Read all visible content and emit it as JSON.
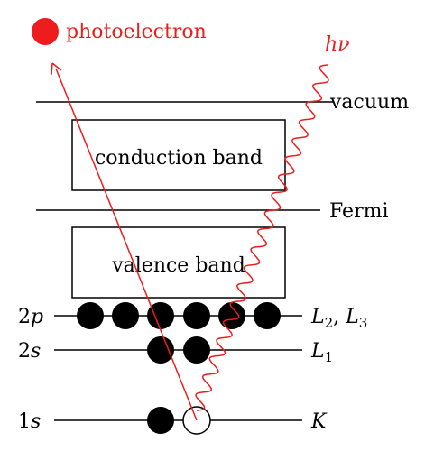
{
  "colors": {
    "photon": "#ee1c1c",
    "electron_filled": "#000000",
    "electron_hole": "#ffffff",
    "line": "#000000"
  },
  "photoelectron_label": "photoelectron",
  "photon_label_h": "h",
  "photon_label_nu": "ν",
  "levels": {
    "vacuum": "vacuum",
    "fermi": "Fermi"
  },
  "bands": {
    "conduction": "conduction band",
    "valence": "valence band"
  },
  "orbitals": [
    {
      "left_n": "2",
      "left_l": "p",
      "right": [
        {
          "letter": "L",
          "sub": "2"
        },
        {
          "letter": "L",
          "sub": "3"
        }
      ],
      "electrons_filled": 6,
      "holes": 0
    },
    {
      "left_n": "2",
      "left_l": "s",
      "right": [
        {
          "letter": "L",
          "sub": "1"
        }
      ],
      "electrons_filled": 2,
      "holes": 0
    },
    {
      "left_n": "1",
      "left_l": "s",
      "right": [
        {
          "letter": "K",
          "sub": ""
        }
      ],
      "electrons_filled": 1,
      "holes": 1
    }
  ]
}
